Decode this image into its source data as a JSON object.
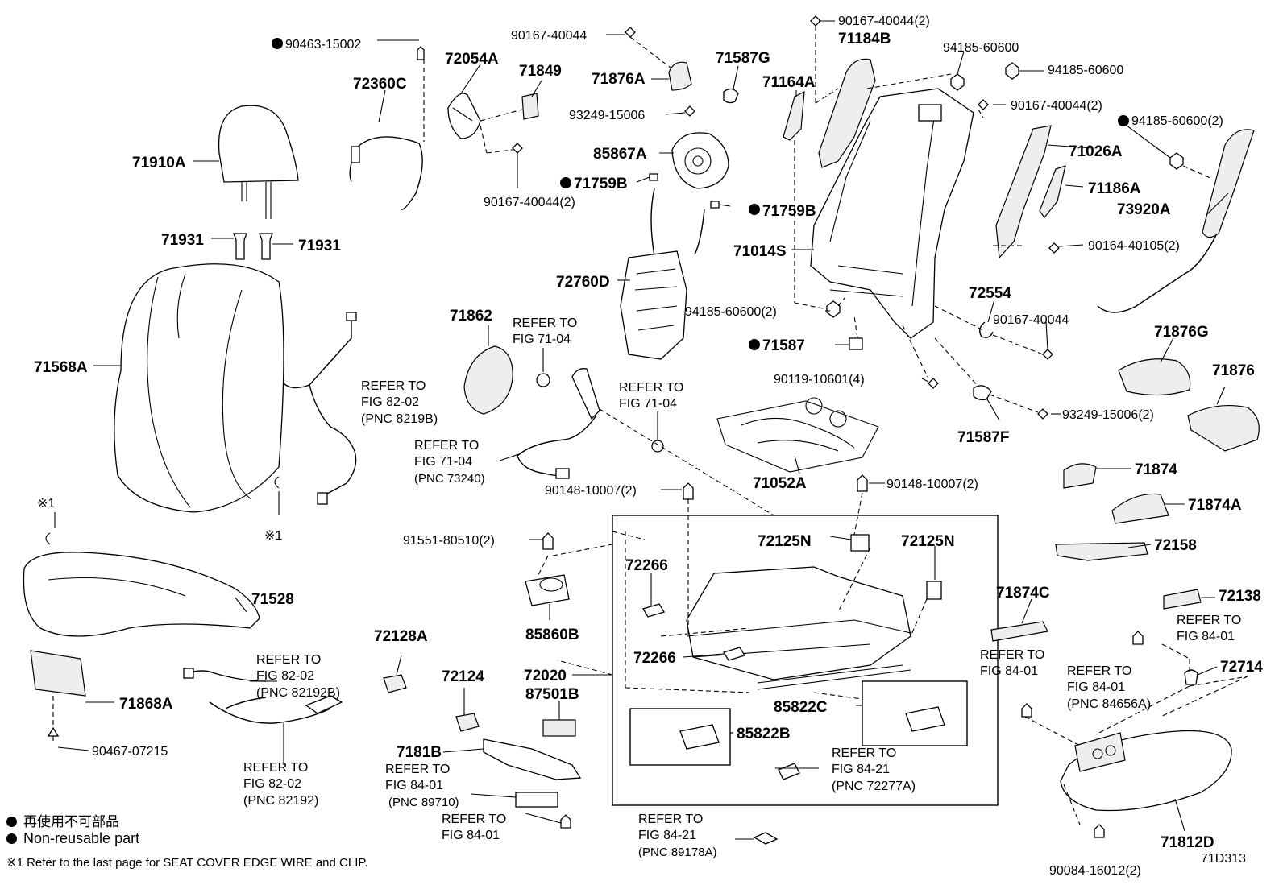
{
  "figure_code": "71D313",
  "legend": {
    "jp": "再使用不可部品",
    "en": "Non-reusable part"
  },
  "footnote": "※1 Refer to the last page for SEAT COVER EDGE WIRE and CLIP.",
  "parts": {
    "p90463": "90463-15002",
    "p72360C": "72360C",
    "p72054A": "72054A",
    "p71849": "71849",
    "p90167_top": "90167-40044",
    "p71876A": "71876A",
    "p71587G": "71587G",
    "p93249_top": "93249-15006",
    "p85867A": "85867A",
    "p71759B_l": "71759B",
    "p71759B_r": "71759B",
    "p90167_2_mid": "90167-40044(2)",
    "p71910A": "71910A",
    "p71931_l": "71931",
    "p71931_r": "71931",
    "p72760D": "72760D",
    "p90167_2_top": "90167-40044(2)",
    "p71184B": "71184B",
    "p94185_a": "94185-60600",
    "p94185_b": "94185-60600",
    "p71164A": "71164A",
    "p90167_2_right": "90167-40044(2)",
    "p94185_2_right": "94185-60600(2)",
    "p71026A": "71026A",
    "p71186A": "71186A",
    "p73920A": "73920A",
    "p71014S": "71014S",
    "p90164": "90164-40105(2)",
    "p72554": "72554",
    "p94185_2_mid": "94185-60600(2)",
    "p90167_mid": "90167-40044",
    "p71587": "71587",
    "p71876G": "71876G",
    "p71876": "71876",
    "p90119": "90119-10601(4)",
    "p93249_2": "93249-15006(2)",
    "p71587F": "71587F",
    "p71568A": "71568A",
    "p71862": "71862",
    "p71052A": "71052A",
    "p90148_l": "90148-10007(2)",
    "p90148_r": "90148-10007(2)",
    "p71874": "71874",
    "p71874A": "71874A",
    "p91551": "91551-80510(2)",
    "p72125N_l": "72125N",
    "p72125N_r": "72125N",
    "p72158": "72158",
    "p72266_a": "72266",
    "p72266_b": "72266",
    "p71528": "71528",
    "p85860B": "85860B",
    "p71874C": "71874C",
    "p72138": "72138",
    "p72128A": "72128A",
    "p72020": "72020",
    "p72124": "72124",
    "p87501B": "87501B",
    "p85822C": "85822C",
    "p72714": "72714",
    "p71868A": "71868A",
    "p85822B": "85822B",
    "p90467": "90467-07215",
    "p7181B": "7181B",
    "p71812D": "71812D",
    "p90084": "90084-16012(2)",
    "note1_a": "※1",
    "note1_b": "※1"
  },
  "refs": {
    "r1": [
      "REFER TO",
      "FIG 71-04"
    ],
    "r2": [
      "REFER TO",
      "FIG 82-02",
      "(PNC 8219B)"
    ],
    "r3": [
      "REFER TO",
      "FIG 71-04"
    ],
    "r4": [
      "REFER TO",
      "FIG 71-04",
      "(PNC 73240)"
    ],
    "r5": [
      "REFER TO",
      "FIG 84-01"
    ],
    "r6": [
      "REFER TO",
      "FIG 84-01"
    ],
    "r7": [
      "REFER TO",
      "FIG 84-01",
      "(PNC 84656A)"
    ],
    "r8": [
      "REFER TO",
      "FIG 82-02",
      "(PNC 82192B)"
    ],
    "r9": [
      "REFER TO",
      "FIG 82-02",
      "(PNC 82192)"
    ],
    "r10": [
      "REFER TO",
      "FIG 84-21",
      "(PNC 72277A)"
    ],
    "r11": [
      "REFER TO",
      "FIG 84-01",
      "(PNC 89710)"
    ],
    "r12": [
      "REFER TO",
      "FIG 84-01"
    ],
    "r13": [
      "REFER TO",
      "FIG 84-21",
      "(PNC 89178A)"
    ]
  }
}
